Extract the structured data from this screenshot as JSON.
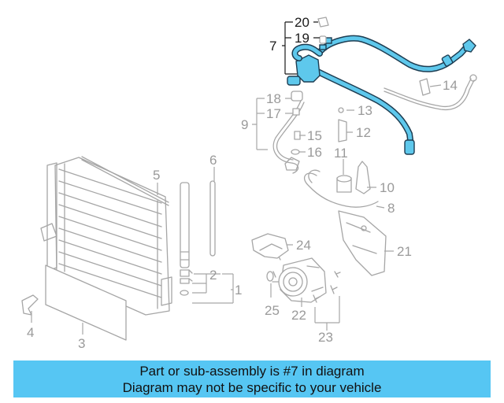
{
  "diagram": {
    "callouts": {
      "c1": "1",
      "c2": "2",
      "c3": "3",
      "c4": "4",
      "c5": "5",
      "c6": "6",
      "c7": "7",
      "c8": "8",
      "c9": "9",
      "c10": "10",
      "c11": "11",
      "c12": "12",
      "c13": "13",
      "c14": "14",
      "c15": "15",
      "c16": "16",
      "c17": "17",
      "c18": "18",
      "c19": "19",
      "c20": "20",
      "c21": "21",
      "c22": "22",
      "c23": "23",
      "c24": "24",
      "c25": "25"
    },
    "highlighted_part": "7",
    "colors": {
      "highlight": "#5ec8ec",
      "highlight_outline": "#1d3d52",
      "part_lines": "#a6a6a6",
      "banner": "#56c6f3"
    }
  },
  "banner": {
    "line1": "Part or sub-assembly is #7 in diagram",
    "line2": "Diagram may not be specific to your vehicle"
  }
}
